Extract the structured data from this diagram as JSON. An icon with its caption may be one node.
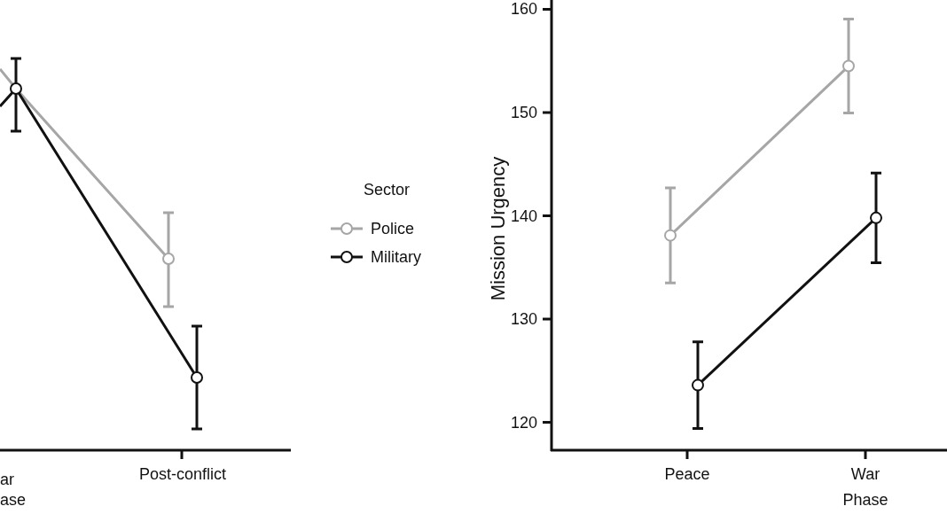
{
  "diagram": {
    "labels": [
      "ar",
      "ase",
      "Post-conflict"
    ],
    "chart_data": {
      "type": "line",
      "xlabel": "Phase",
      "ylabel": "Mission Urgency",
      "categories": [
        "Peace",
        "War"
      ],
      "series": [
        {
          "name": "Police",
          "color": "#a6a6a6",
          "marker": "circle",
          "values": [
            138.1,
            154.5
          ],
          "errors": [
            4.6,
            4.55
          ]
        },
        {
          "name": "Military",
          "color": "#111111",
          "marker": "circle",
          "values": [
            123.6,
            139.8
          ],
          "errors": [
            4.2,
            4.35
          ]
        }
      ],
      "ylim": [
        117.3,
        160.9
      ],
      "yticks": [
        120,
        130,
        140,
        150,
        160
      ],
      "legend": {
        "title": "Sector"
      }
    }
  }
}
